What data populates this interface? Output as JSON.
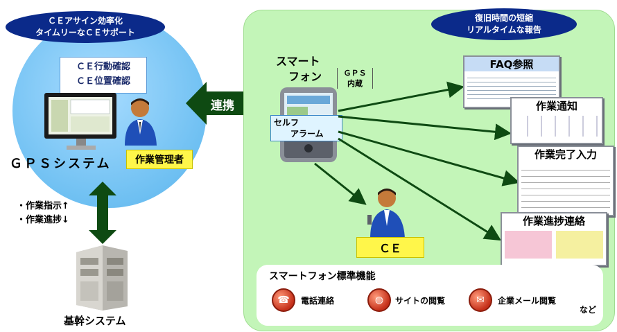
{
  "left": {
    "banner_lines": [
      "ＣＥアサイン効率化",
      "タイムリーなＣＥサポート"
    ],
    "monitor_box_lines": [
      "ＣＥ行動確認",
      "ＣＥ位置確認"
    ],
    "system_label": "ＧＰＳシステム",
    "manager_label": "作業管理者",
    "arrow_labels": [
      "・作業指示↑",
      "・作業進捗↓"
    ],
    "server_label": "基幹システム"
  },
  "link_label": "連携",
  "right": {
    "banner_lines": [
      "復旧時間の短縮",
      "リアルタイムな報告"
    ],
    "phone_label_lines": [
      "スマート",
      "フォン"
    ],
    "gps_label_lines": [
      "ＧＰＳ",
      "内蔵"
    ],
    "self_alarm_lines": [
      "セルフ",
      "アラーム"
    ],
    "ce_label": "ＣＥ",
    "screens": [
      {
        "title": "FAQ参照"
      },
      {
        "title": "作業通知"
      },
      {
        "title": "作業完了入力"
      },
      {
        "title": "作業進捗連絡"
      }
    ],
    "standard_features": {
      "title": "スマートフォン標準機能",
      "items": [
        {
          "label": "電話連絡",
          "icon": "phone-icon"
        },
        {
          "label": "サイトの閲覧",
          "icon": "globe-icon"
        },
        {
          "label": "企業メール閲覧",
          "icon": "mail-icon"
        }
      ],
      "suffix": "など"
    }
  },
  "colors": {
    "banner": "#0b2a8a",
    "circle": "#6fc0f2",
    "panel": "#c3f5b8",
    "arrow": "#0e4a12",
    "label_yellow": "#fff64a"
  }
}
